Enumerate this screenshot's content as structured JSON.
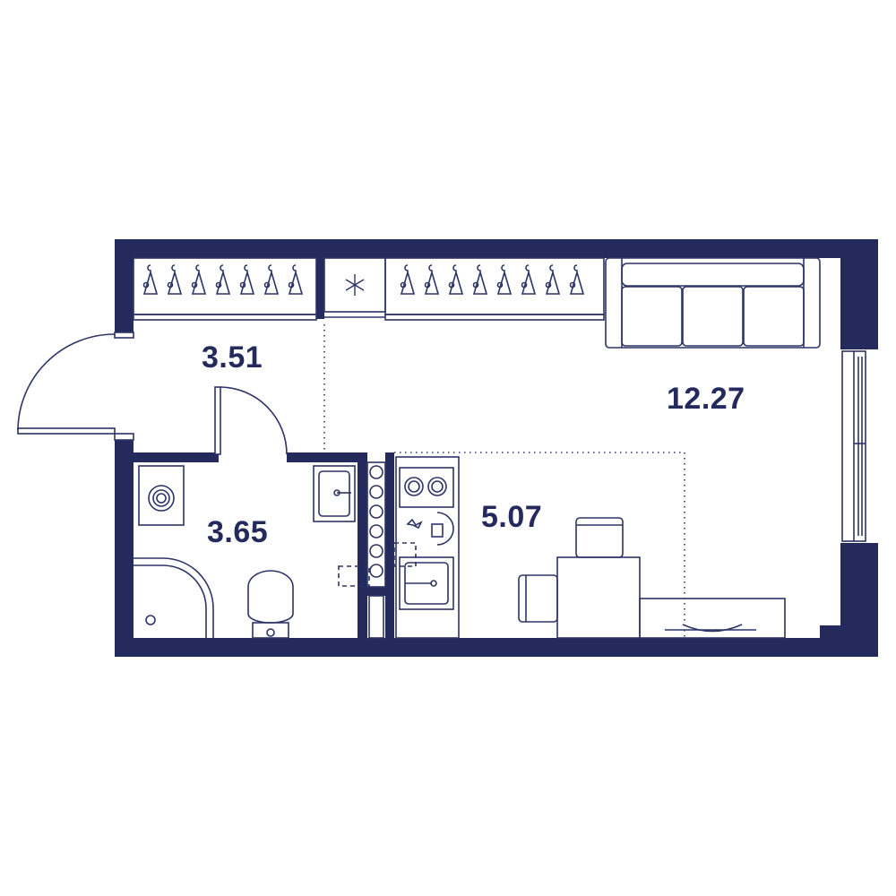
{
  "colors": {
    "wall": "#242a5c",
    "line": "#2d3466",
    "background": "#ffffff"
  },
  "rooms": [
    {
      "id": "hall",
      "area": "3.51"
    },
    {
      "id": "bathroom",
      "area": "3.65"
    },
    {
      "id": "kitchen",
      "area": "5.07"
    },
    {
      "id": "living",
      "area": "12.27"
    }
  ],
  "icons": [
    "hanger-icon",
    "snowflake-icon",
    "sofa-icon",
    "washing-machine-icon",
    "shower-icon",
    "toilet-icon",
    "sink-icon",
    "stove-icon",
    "table-icon",
    "chair-icon",
    "window-icon",
    "door-icon"
  ]
}
